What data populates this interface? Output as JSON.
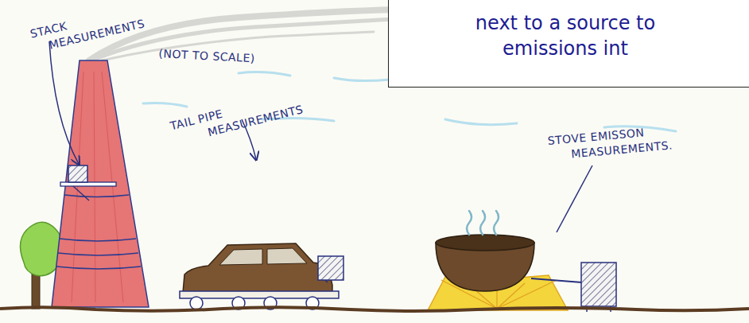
{
  "diagram": {
    "nodes": [
      {
        "text": [
          "next to a source to emissions int"
        ]
      }
    ],
    "labels": [
      "STACK MEASUREMENTS",
      "(NOT TO SCALE)",
      "TAIL PIPE MEASUREMENTS",
      "STOVE EMISSON MEASUREMENTS."
    ]
  }
}
